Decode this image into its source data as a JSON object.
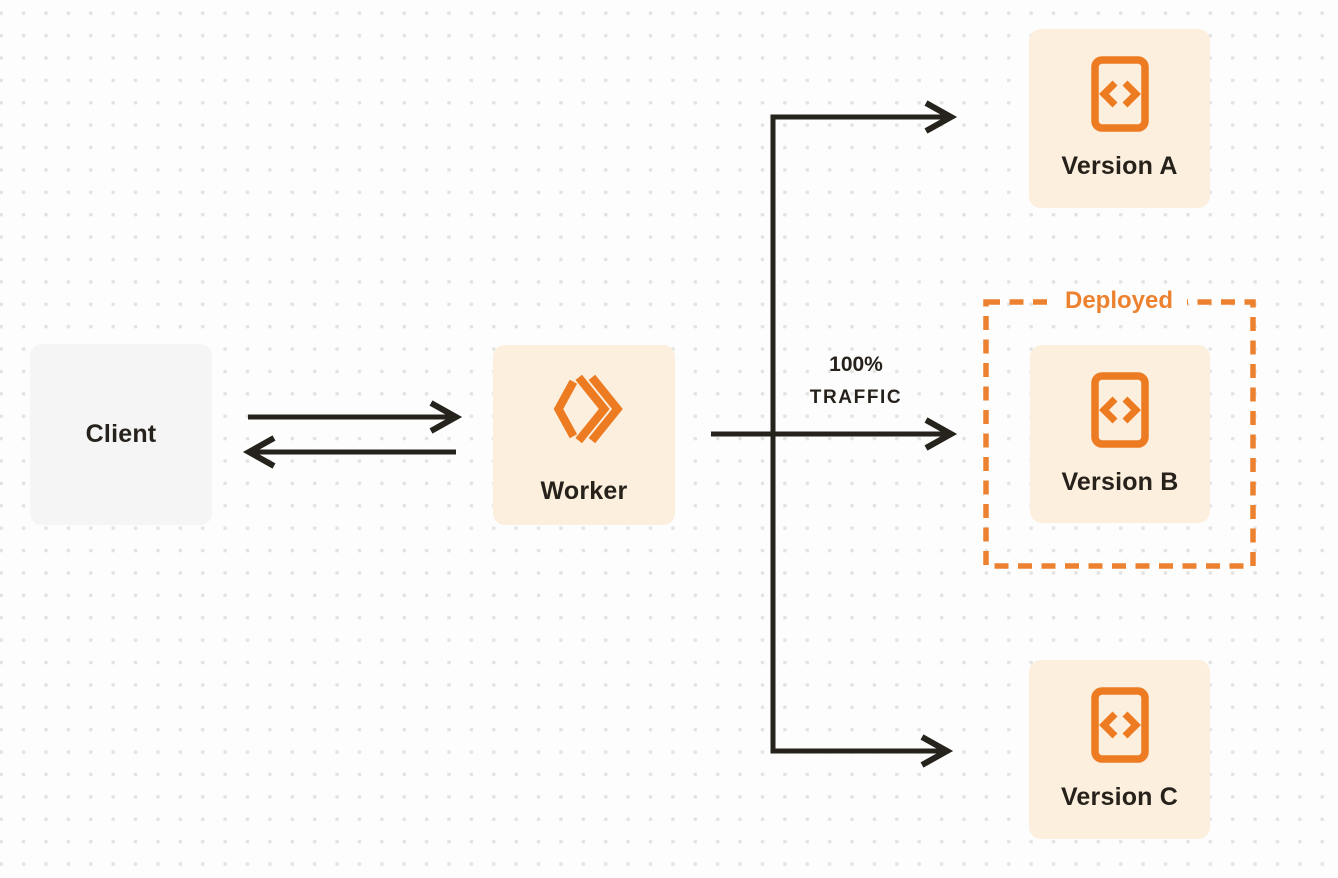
{
  "diagram": {
    "client": {
      "label": "Client"
    },
    "worker": {
      "label": "Worker"
    },
    "versions": [
      {
        "label": "Version A"
      },
      {
        "label": "Version B"
      },
      {
        "label": "Version C"
      }
    ],
    "deployed_group": {
      "label": "Deployed"
    },
    "traffic_edge": {
      "line1": "100%",
      "line2": "TRAFFIC"
    },
    "icons": {
      "worker_icon": "workers-double-chevron-icon",
      "version_icon": "code-file-icon"
    },
    "colors": {
      "accent_orange": "#EC8230",
      "node_cream": "#FCEFDE",
      "node_gray": "#F5F5F6",
      "ink": "#26231D",
      "canvas_bg": "#FDFDFD",
      "dot_grid": "#E3E3E3"
    }
  }
}
